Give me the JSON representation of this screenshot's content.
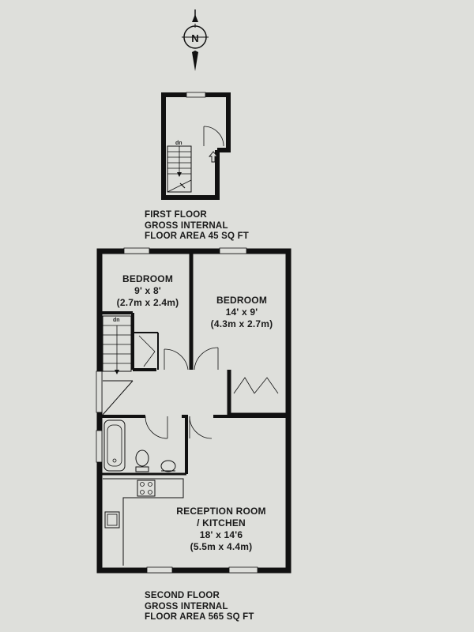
{
  "compass": {
    "label": "N"
  },
  "first_floor": {
    "title": "FIRST FLOOR",
    "area_line1": "GROSS INTERNAL",
    "area_line2": "FLOOR AREA 45 SQ FT",
    "stair_label": "dn"
  },
  "second_floor": {
    "title": "SECOND FLOOR",
    "area_line1": "GROSS INTERNAL",
    "area_line2": "FLOOR AREA 565 SQ FT",
    "stair_label": "dn"
  },
  "rooms": {
    "bedroom_1": {
      "name": "BEDROOM",
      "size_imperial": "9' x 8'",
      "size_metric": "(2.7m x 2.4m)"
    },
    "bedroom_2": {
      "name": "BEDROOM",
      "size_imperial": "14' x 9'",
      "size_metric": "(4.3m x 2.7m)"
    },
    "reception": {
      "name_line1": "RECEPTION ROOM",
      "name_line2": "/ KITCHEN",
      "size_imperial": "18' x 14'6",
      "size_metric": "(5.5m x 4.4m)"
    }
  }
}
